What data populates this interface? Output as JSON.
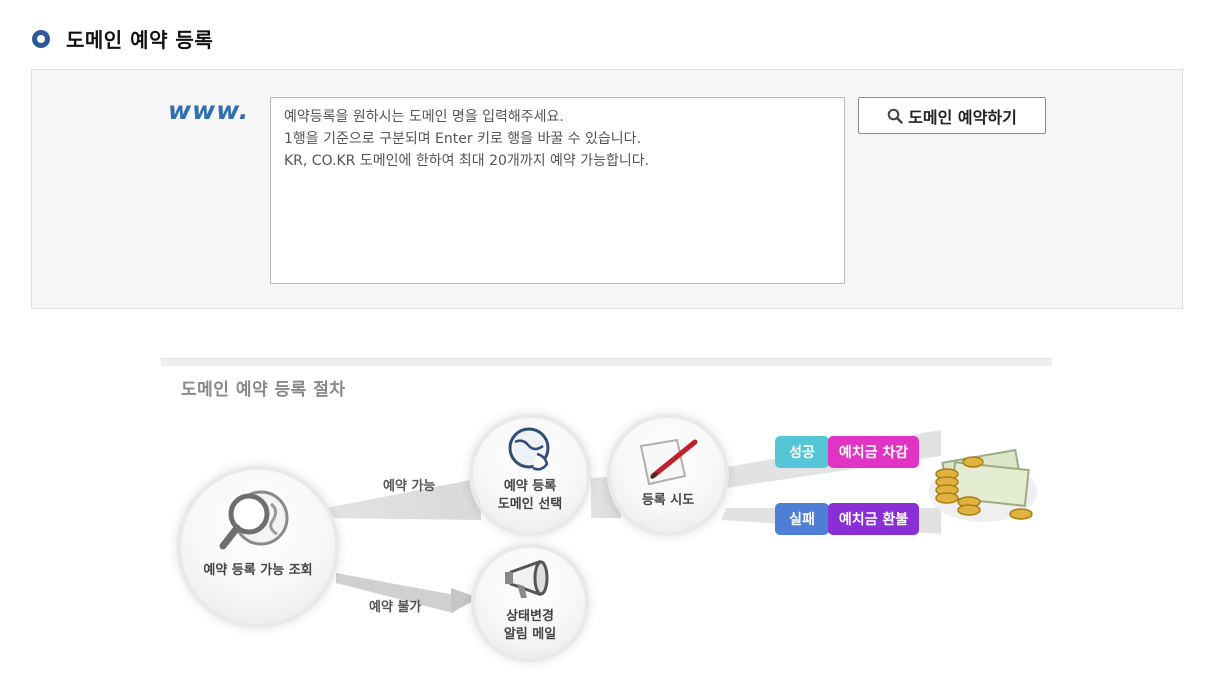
{
  "section": {
    "title": "도메인 예약 등록"
  },
  "form": {
    "www_label": "www.",
    "textarea_placeholder": "예약등록을 원하시는 도메인 명을 입력해주세요.\n1행을 기준으로 구분되며 Enter 키로 행을 바꿀 수 있습니다.\nKR, CO.KR 도메인에 한하여 최대 20개까지 예약 가능합니다.",
    "button_label": "도메인 예약하기"
  },
  "process": {
    "title": "도메인 예약 등록 절차",
    "steps": {
      "lookup": "예약 등록 가능 조회",
      "select_line1": "예약 등록",
      "select_line2": "도메인 선택",
      "attempt": "등록 시도",
      "notify_line1": "상태변경",
      "notify_line2": "알림 메일"
    },
    "paths": {
      "available": "예약 가능",
      "unavailable": "예약 불가"
    },
    "outcomes": {
      "success": "성공",
      "success_action": "예치금 차감",
      "fail": "실패",
      "fail_action": "예치금 환불"
    },
    "colors": {
      "success": "#55c6d6",
      "success_action": "#e234c4",
      "fail": "#4f7ed6",
      "fail_action": "#8a2fd6",
      "brand": "#2b5a9a",
      "www": "#2f6fb1"
    }
  }
}
